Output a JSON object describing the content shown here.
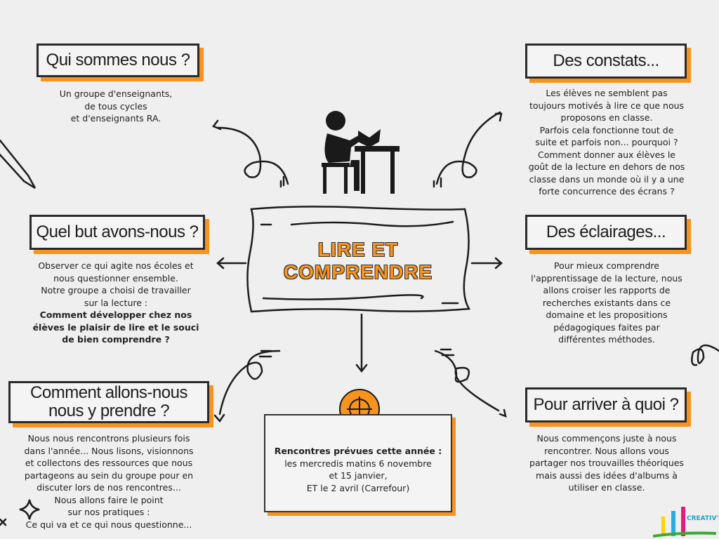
{
  "center": {
    "title_line1": "LIRE ET",
    "title_line2": "COMPRENDRE"
  },
  "sections": {
    "who": {
      "title": "Qui sommes nous ?",
      "lines": [
        "Un groupe d'enseignants,",
        "de tous cycles",
        "et d'enseignants RA."
      ]
    },
    "goal": {
      "title": "Quel but avons-nous ?",
      "lines": [
        "Observer ce qui agite nos écoles et",
        "nous questionner ensemble.",
        "Notre groupe a choisi de travailler",
        "sur la lecture :"
      ],
      "bold_lines": [
        "Comment développer chez nos",
        "élèves le plaisir de lire et le souci",
        "de bien comprendre ?"
      ]
    },
    "how": {
      "title_line1": "Comment allons-nous",
      "title_line2": "nous y prendre ?",
      "lines": [
        "Nous nous rencontrons plusieurs fois",
        "dans l'année... Nous lisons, visionnons",
        "et collectons des ressources que nous",
        "partageons au sein du groupe pour en",
        "discuter lors de nos rencontres...",
        "Nous allons faire le point",
        "sur nos pratiques :",
        "Ce qui va et ce qui nous questionne..."
      ]
    },
    "findings": {
      "title": "Des constats...",
      "lines": [
        "Les élèves ne semblent pas",
        "toujours motivés à lire ce que nous",
        "proposons en classe.",
        "Parfois cela fonctionne tout de",
        "suite et parfois non... pourquoi ?",
        "Comment donner aux élèves le",
        "goût de la lecture en dehors de nos",
        "classe dans un monde où il y a une",
        "forte concurrence des écrans ?"
      ]
    },
    "insights": {
      "title": "Des éclairages...",
      "lines": [
        "Pour mieux comprendre",
        "l'apprentissage de la lecture, nous",
        "allons croiser les rapports de",
        "recherches existants dans ce",
        "domaine et les propositions",
        "pédagogiques faites par",
        "différentes méthodes."
      ]
    },
    "aim": {
      "title": "Pour arriver à quoi ?",
      "lines": [
        "Nous commençons juste à nous",
        "rencontrer. Nous allons vous",
        "partager nos trouvailles théoriques",
        "mais aussi des idées d'albums à",
        "utiliser en classe."
      ]
    },
    "meetings": {
      "heading": "Rencontres prévues cette année :",
      "lines": [
        "les mercredis matins 6 novembre",
        "et 15 janvier,",
        "ET le 2 avril (Carrefour)"
      ]
    }
  },
  "logo": {
    "text": "CREATIV'LAB"
  },
  "colors": {
    "accent": "#f7931e",
    "ink": "#222222",
    "background": "#efefef"
  }
}
